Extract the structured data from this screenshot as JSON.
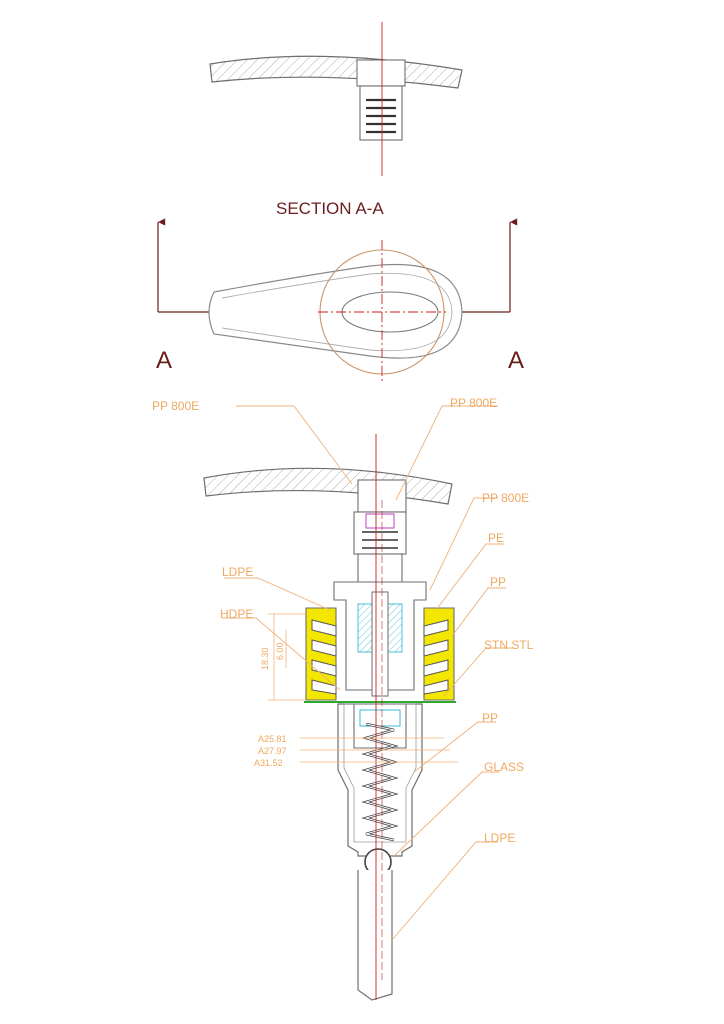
{
  "section_title": "SECTION   A-A",
  "section_marker_left": "A",
  "section_marker_right": "A",
  "material_labels": {
    "actuator_left": "PP 800E",
    "actuator_right": "PP 800E",
    "stem_guide": "PP 800E",
    "gasket": "PE",
    "closure": "PP",
    "spring_top": "STN STL",
    "housing": "PP",
    "ball": "GLASS",
    "dip_tube": "LDPE",
    "liner": "LDPE",
    "inner_cap": "HDPE"
  },
  "dimensions": {
    "d1": "A25.81",
    "d2": "A27.97",
    "d3": "A31.52",
    "h1": "18.30",
    "h2": "6.00"
  },
  "colors": {
    "outline": "#6e6e6e",
    "title": "#6b1d1d",
    "arrow": "#6b1d1d",
    "centerline": "#c81e1e",
    "leader": "#f0b27a",
    "label": "#f0a860",
    "circle": "#c9946a",
    "yellow": "#f3e600",
    "cyan": "#38b8d8",
    "green": "#2faa2f",
    "magenta": "#c040c0"
  }
}
